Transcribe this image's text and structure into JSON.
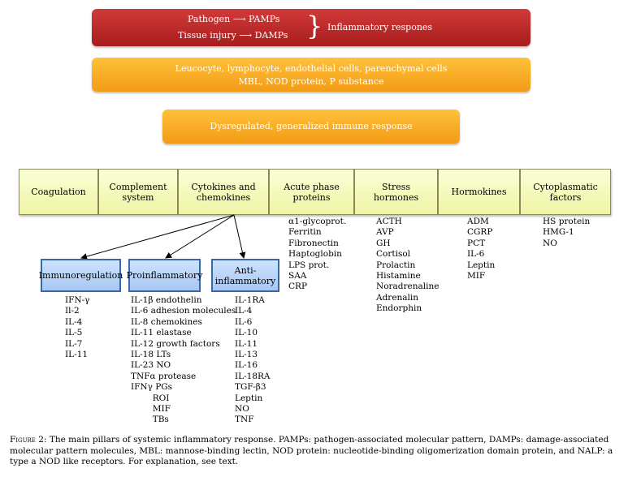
{
  "top": {
    "pathogen": "Pathogen ⟶ PAMPs",
    "tissue": "Tissue injury ⟶ DAMPs",
    "brace": "}",
    "inflammatory": "Inflammatory respones"
  },
  "cells": {
    "line1": "Leucocyte, lymphocyte, endothelial cells, parenchymal cells",
    "line2": "MBL, NOD protein, P substance"
  },
  "dysregulated": "Dysregulated, generalized immune response",
  "pillars": [
    "Coagulation",
    "Complement\nsystem",
    "Cytokines and\nchemokines",
    "Acute phase\nproteins",
    "Stress\nhormones",
    "Hormokines",
    "Cytoplasmatic\nfactors"
  ],
  "subgroups": {
    "immuno": "Immunoregulation",
    "pro": "Proinflammatory",
    "anti": "Anti-\ninflammatory"
  },
  "lists": {
    "immuno": "IFN-γ\nIl-2\nIL-4\nIL-5\nIL-7\nIL-11",
    "pro": "IL-1β endothelin\nIL-6 adhesion molecules\nIL-8 chemokines\nIL-11 elastase\nIL-12 growth factors\nIL-18 LTs\nIL-23 NO\nTNFα protease\nIFNγ PGs\n        ROI\n        MIF\n        TBs",
    "anti": "IL-1RA\nIL-4\nIL-6\nIL-10\nIL-11\nIL-13\nIL-16\nIL-18RA\nTGF-β3\nLeptin\nNO\nTNF",
    "acute": "α1-glycoprot.\nFerritin\nFibronectin\nHaptoglobin\nLPS prot.\nSAA\nCRP",
    "stress": "ACTH\nAVP\nGH\nCortisol\nProlactin\nHistamine\nNoradrenaline\nAdrenalin\nEndorphin",
    "hormokines": "ADM\nCGRP\nPCT\nIL-6\nLeptin\nMIF",
    "cyto": "HS protein\nHMG-1\nNO"
  },
  "caption": {
    "label": "Figure 2:",
    "text": " The main pillars of systemic inflammatory response. PAMPs: pathogen-associated molecular pattern, DAMPs: damage-associated molecular pattern molecules, MBL: mannose-binding lectin, NOD protein: nucleotide-binding oligomerization domain protein, and NALP: a type a NOD like receptors. For explanation, see text."
  }
}
